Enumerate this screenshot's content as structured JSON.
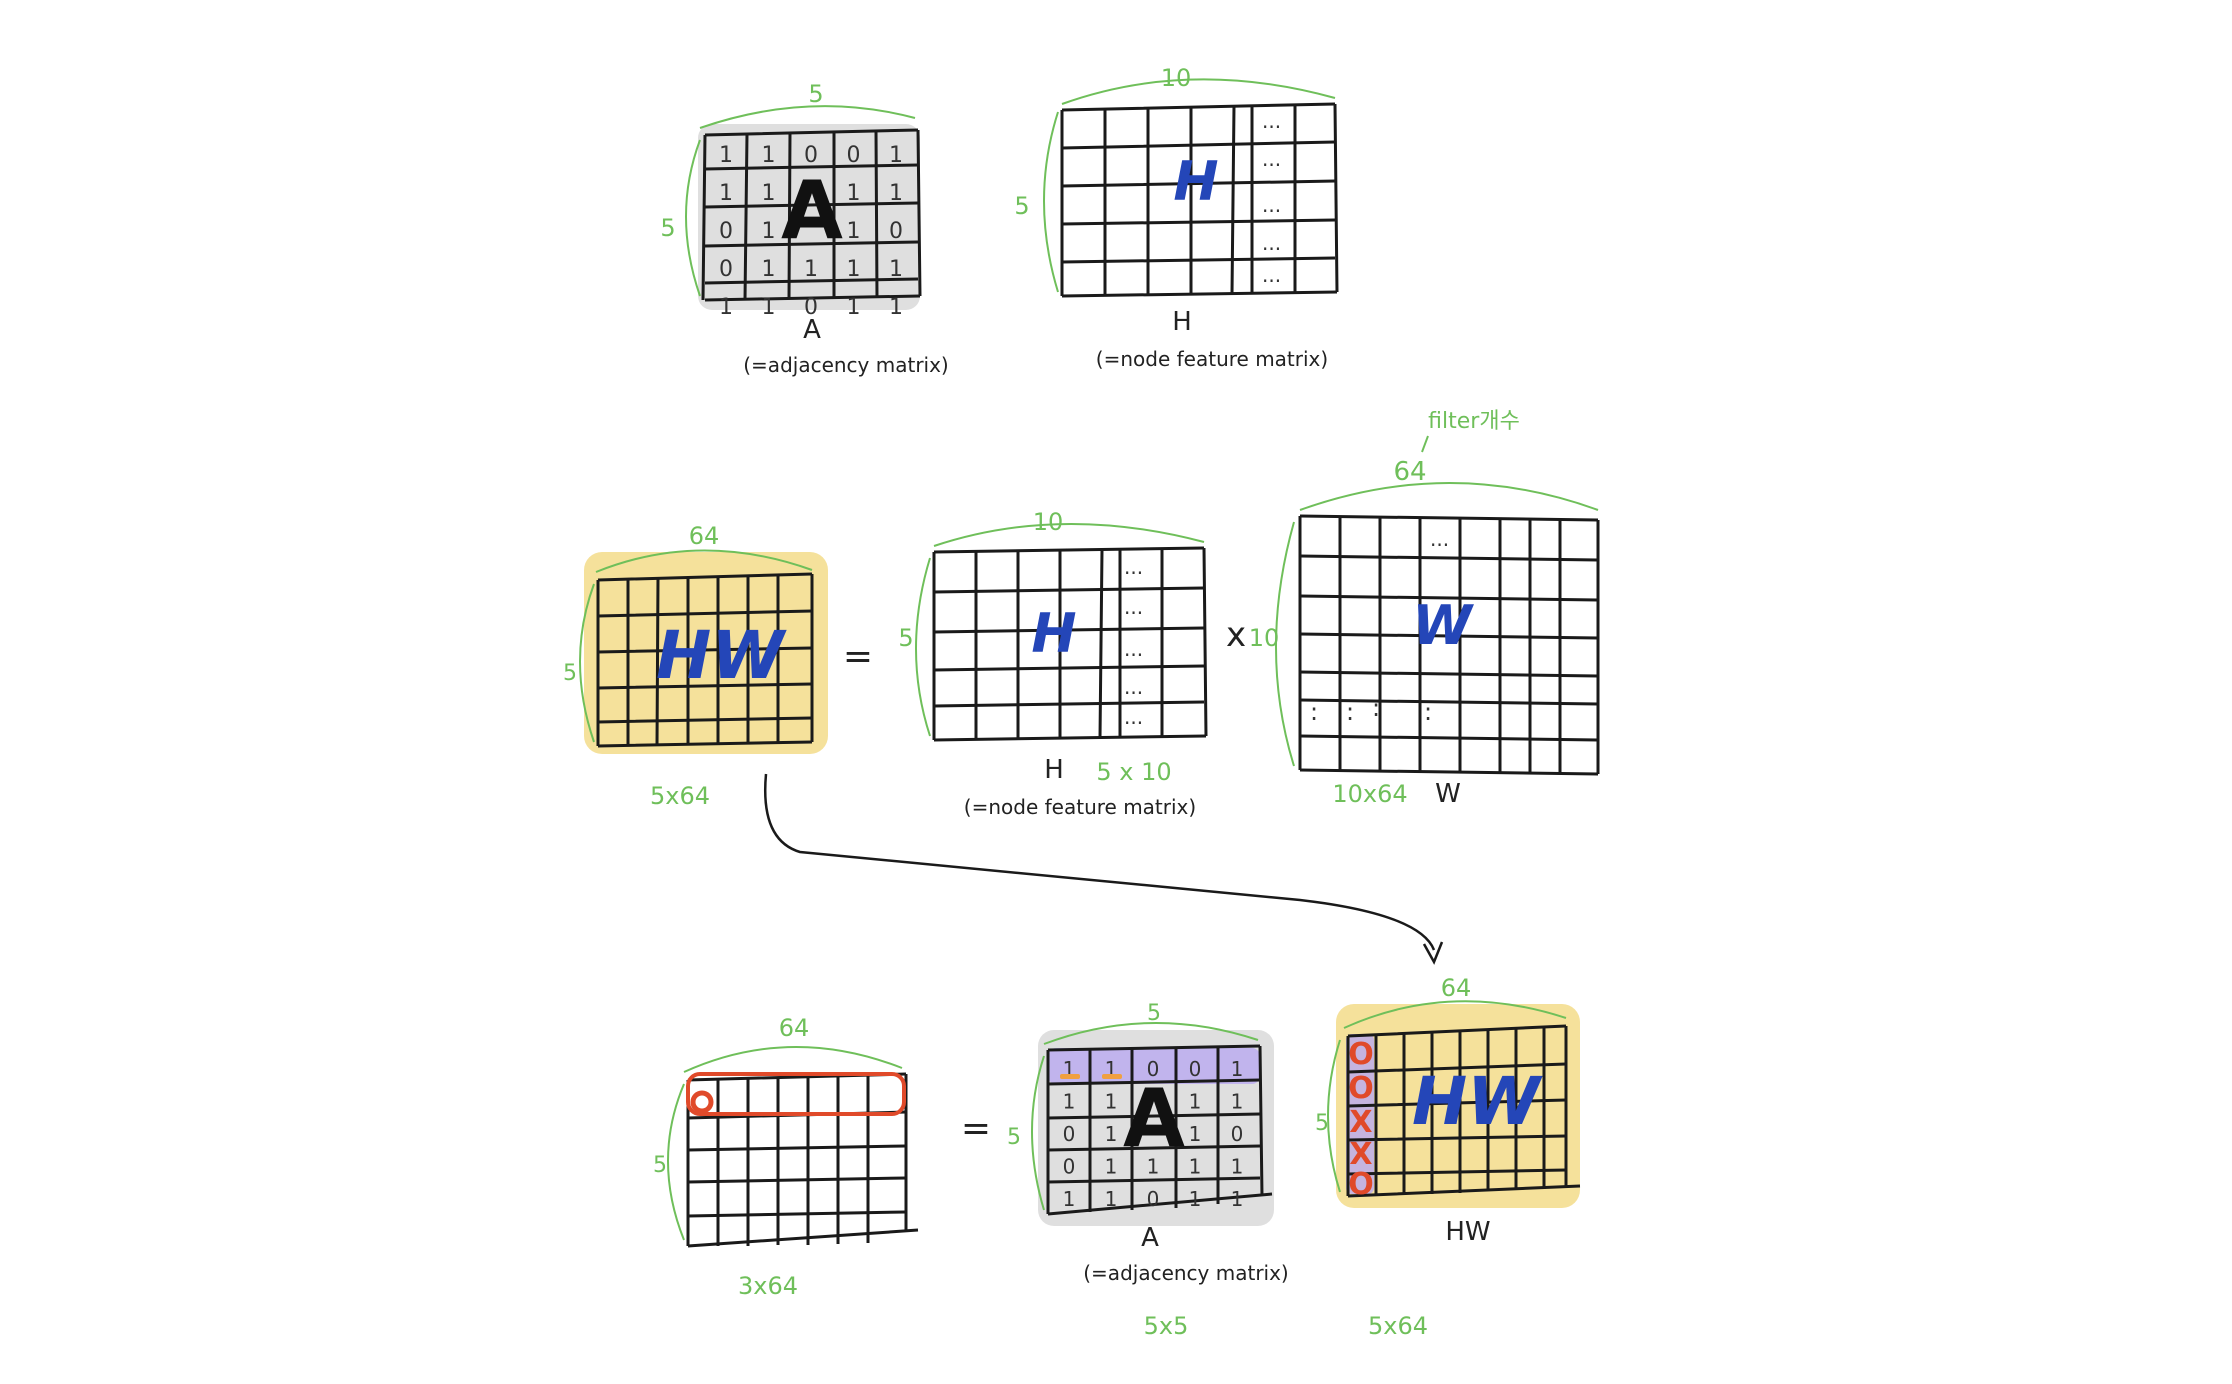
{
  "colors": {
    "grid": "#1a1a1a",
    "dim_label": "#6fbf5a",
    "letter_blue": "#2446b8",
    "gray_highlight": "#d9d9d9",
    "yellow_highlight": "#f2d77a",
    "purple_highlight": "#b9a9f0",
    "red_highlight": "#e04a2a",
    "orange_mark": "#f0a040"
  },
  "row1": {
    "A": {
      "big_letter": "A",
      "dim_top": "5",
      "dim_left": "5",
      "caption": "A",
      "subcaption": "(=adjacency matrix)",
      "cells": [
        [
          "1",
          "1",
          "0",
          "0",
          "1"
        ],
        [
          "1",
          "1",
          "",
          "1",
          "1"
        ],
        [
          "0",
          "1",
          "",
          "1",
          "0"
        ],
        [
          "0",
          "1",
          "1",
          "1",
          "1"
        ],
        [
          "1",
          "1",
          "0",
          "1",
          "1"
        ]
      ]
    },
    "H": {
      "big_letter": "H",
      "dim_top": "10",
      "dim_left": "5",
      "caption": "H",
      "subcaption": "(=node feature matrix)",
      "ellipsis": "..."
    }
  },
  "row2": {
    "HW": {
      "big_letter": "HW",
      "dim_top": "64",
      "dim_left": "5",
      "size_label": "5x64"
    },
    "equals": "=",
    "H": {
      "big_letter": "H",
      "dim_top": "10",
      "dim_left": "5",
      "caption": "H",
      "size_label": "5 x 10",
      "subcaption": "(=node feature matrix)",
      "ellipsis": "..."
    },
    "times": "x",
    "W": {
      "big_letter": "W",
      "dim_top": "64",
      "dim_top_note": "filter개수",
      "dim_left": "10",
      "caption": "W",
      "size_label": "10x64",
      "ellipsis": "...",
      "vdots": ":"
    }
  },
  "row3": {
    "result": {
      "dim_top": "64",
      "dim_left": "5",
      "size_label": "3x64"
    },
    "equals": "=",
    "A": {
      "big_letter": "A",
      "dim_top": "5",
      "dim_left": "5",
      "caption": "A",
      "subcaption": "(=adjacency matrix)",
      "size_label": "5x5",
      "cells": [
        [
          "1",
          "1",
          "0",
          "0",
          "1"
        ],
        [
          "1",
          "1",
          "",
          "1",
          "1"
        ],
        [
          "0",
          "1",
          "",
          "1",
          "0"
        ],
        [
          "0",
          "1",
          "1",
          "1",
          "1"
        ],
        [
          "1",
          "1",
          "0",
          "1",
          "1"
        ]
      ]
    },
    "HW": {
      "big_letter": "HW",
      "dim_top": "64",
      "dim_left": "5",
      "caption": "HW",
      "size_label": "5x64",
      "column_marks": [
        "O",
        "O",
        "X",
        "X",
        "O"
      ]
    }
  }
}
